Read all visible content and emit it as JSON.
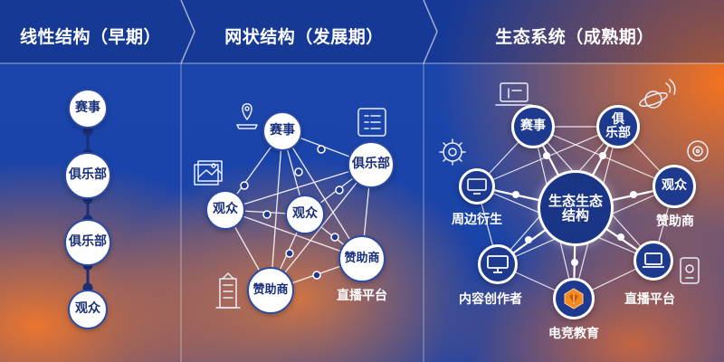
{
  "stages": [
    {
      "title": "线性结构（早期）",
      "nodes": [
        "赛事",
        "俱乐部",
        "俱乐部",
        "观众"
      ]
    },
    {
      "title": "网状结构（发展期）",
      "nodes": {
        "event": "赛事",
        "club": "俱乐部",
        "audience_left": "观众",
        "audience_center": "观众",
        "sponsor_right": "赞助商",
        "sponsor_bottom": "赞助商"
      },
      "labels": {
        "streaming": "直播平台"
      }
    },
    {
      "title": "生态系统（成熟期）",
      "core": {
        "line1": "生态生态",
        "line2": "结构"
      },
      "nodes": {
        "event": "赛事",
        "club_line1": "俱",
        "club_line2": "乐部",
        "audience": "观众"
      },
      "labels": {
        "merch": "周边衍生",
        "sponsor": "赞助商",
        "creator": "内容创作者",
        "streaming": "直播平台",
        "education": "电竞教育"
      }
    }
  ],
  "colors": {
    "background_blue": "#1c46ad",
    "accent_orange": "#f5781e",
    "node_navy": "#1d3a8f",
    "node_white": "#ffffff",
    "line": "#ffffff"
  },
  "icons": [
    "location-pin-icon",
    "image-stack-icon",
    "list-document-icon",
    "building-icon",
    "gear-icon",
    "laptop-icon",
    "rocket-icon",
    "planet-icon",
    "target-icon",
    "tablet-icon",
    "monitor-icon",
    "esports-logo-icon",
    "chevron-right-icon"
  ]
}
